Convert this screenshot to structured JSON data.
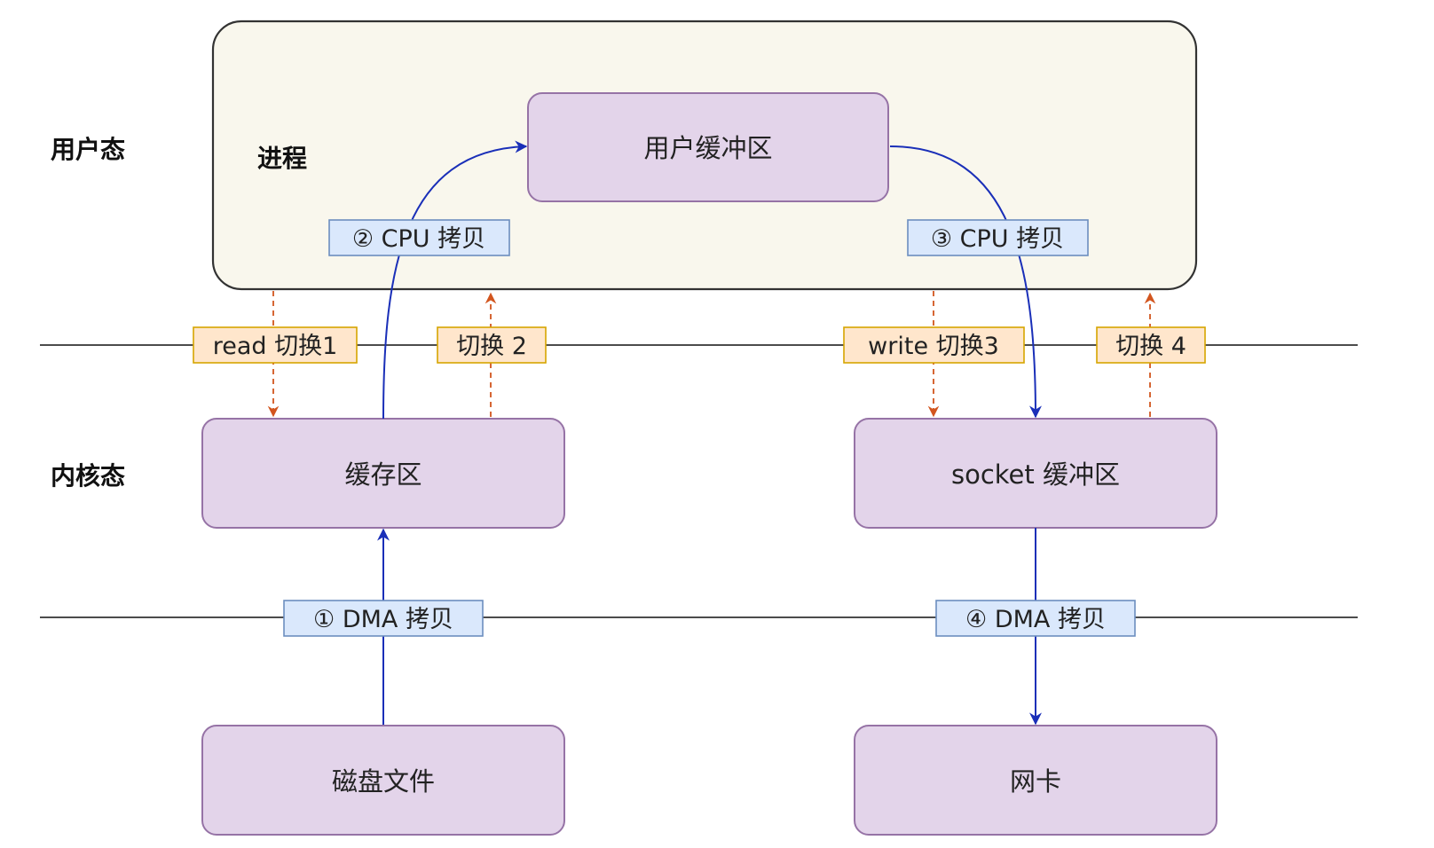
{
  "zones": {
    "user_mode": "用户态",
    "kernel_mode": "内核态",
    "process": "进程"
  },
  "boxes": {
    "user_buffer": "用户缓冲区",
    "page_cache": "缓存区",
    "socket_buffer": "socket 缓冲区",
    "disk_file": "磁盘文件",
    "nic": "网卡"
  },
  "copies": {
    "dma_1": "① DMA 拷贝",
    "cpu_2": "② CPU 拷贝",
    "cpu_3": "③ CPU 拷贝",
    "dma_4": "④ DMA 拷贝"
  },
  "switches": {
    "switch_1": "read 切换1",
    "switch_2": "切换 2",
    "switch_3": "write 切换3",
    "switch_4": "切换 4"
  },
  "colors": {
    "process_fill": "#f9f7ed",
    "box_fill": "#e3d4ea",
    "box_stroke": "#9673a6",
    "copy_fill": "#dae8fc",
    "copy_stroke": "#6c8ebf",
    "switch_fill": "#ffe6cc",
    "switch_stroke": "#d6a500",
    "data_arrow": "#1a2fb8",
    "switch_arrow": "#d2551e"
  }
}
